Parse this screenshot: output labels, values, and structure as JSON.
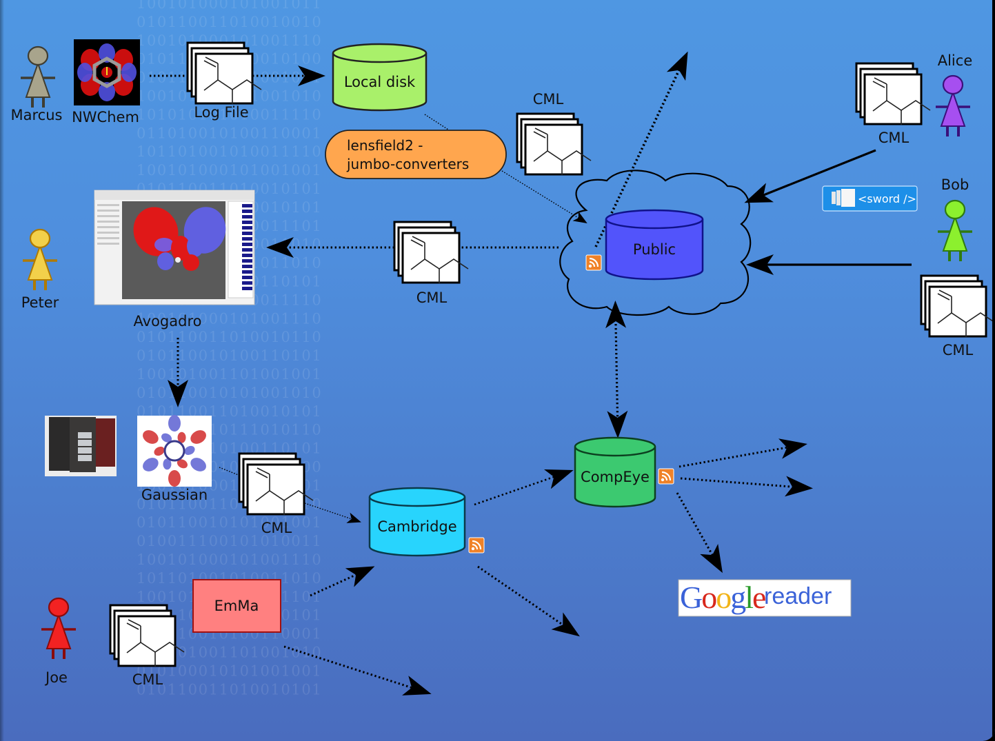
{
  "colors": {
    "background_top": "#4f97e2",
    "background_bottom": "#4a6cbe",
    "local_disk": "#a9f06a",
    "public": "#5254fb",
    "public_stroke": "#10128a",
    "cambridge": "#28d4fd",
    "compeye": "#3cc970",
    "lensfield": "#ffa64e",
    "emma": "#ff8080",
    "emma_stroke": "#a01010",
    "rss": "#f08228",
    "sword": "#1d8fe8"
  },
  "binary_background": [
    "10010100010100101 1",
    "01011001101001001 0",
    "10010100010100111 0",
    "01011001101001010 0",
    "01011001010100100 1",
    "10010100010100101 0",
    "10101010101001111 0",
    "01101001010011000 1",
    "10110100101001111 0",
    "10010100010100100 1",
    "01011001101001010 1",
    "01010011101001010 1",
    "01101001010001110 1",
    "11010001101001101 0",
    "01010001010101101 0",
    "01101001010011010 1",
    "10110100101001111 0",
    "10010100010100111 0",
    "01011001101001011 0",
    "01011001010011010 1",
    "10010100110100100 1",
    "01011001010100101 0",
    "01011001101001010 1",
    "10101001011101011 0",
    "01101001010011010 1",
    "10110100101001100 0",
    "10010100010100100 1",
    "01011001101001011 0",
    "01011001010100100 1",
    "01001110010101001 1",
    "10010100010100111 0",
    "10110100101001101 0",
    "10010100010100110 1",
    "01011001101001010 1",
    "01011001010011000 1",
    "10010100110100101 0",
    "01010001010100100 1",
    "01011001101001010 1"
  ],
  "people": [
    {
      "id": "marcus",
      "name": "Marcus",
      "color": "#a8a48c",
      "stroke": "#3f3d32"
    },
    {
      "id": "peter",
      "name": "Peter",
      "color": "#f2d04a",
      "stroke": "#b07a00"
    },
    {
      "id": "alice",
      "name": "Alice",
      "color": "#a64ff0",
      "stroke": "#3a107a"
    },
    {
      "id": "bob",
      "name": "Bob",
      "color": "#8cf02e",
      "stroke": "#2f7a10"
    },
    {
      "id": "joe",
      "name": "Joe",
      "color": "#f22222",
      "stroke": "#8a0b0b"
    }
  ],
  "programs": [
    {
      "id": "nwchem",
      "name": "NWChem"
    },
    {
      "id": "avogadro",
      "name": "Avogadro"
    },
    {
      "id": "gaussian",
      "name": "Gaussian"
    },
    {
      "id": "supercomputer",
      "name": ""
    }
  ],
  "documents": [
    {
      "id": "logfile",
      "name": "Log File"
    },
    {
      "id": "cml-top",
      "name": "CML"
    },
    {
      "id": "cml-alice",
      "name": "CML"
    },
    {
      "id": "cml-middle",
      "name": "CML"
    },
    {
      "id": "cml-bob",
      "name": "CML"
    },
    {
      "id": "cml-gaussian",
      "name": "CML"
    },
    {
      "id": "cml-joe",
      "name": "CML"
    }
  ],
  "repositories": [
    {
      "id": "localdisk",
      "name": "Local disk"
    },
    {
      "id": "public",
      "name": "Public"
    },
    {
      "id": "cambridge",
      "name": "Cambridge"
    },
    {
      "id": "compeye",
      "name": "CompEye"
    }
  ],
  "processes": [
    {
      "id": "lensfield",
      "line1": "lensfield2 -",
      "line2": "jumbo-converters"
    },
    {
      "id": "emma",
      "name": "EmMa"
    }
  ],
  "badges": {
    "sword": "<sword />",
    "google_word": "Google",
    "google_reader": "reader"
  },
  "connections": [
    {
      "from": "nwchem",
      "to": "logfile",
      "style": "dotted",
      "arrow": false
    },
    {
      "from": "logfile",
      "to": "localdisk",
      "style": "dotted",
      "arrow": true
    },
    {
      "from": "localdisk",
      "to": "public",
      "style": "thin-dotted",
      "arrow": true,
      "via": "lensfield"
    },
    {
      "from": "public",
      "to": "cml-middle",
      "style": "dotted",
      "arrow": false
    },
    {
      "from": "cml-middle",
      "to": "avogadro",
      "style": "dotted",
      "arrow": true
    },
    {
      "from": "public-rss",
      "to": "outside-top",
      "style": "dotted",
      "arrow": true
    },
    {
      "from": "cml-alice",
      "to": "public",
      "style": "solid",
      "arrow": true
    },
    {
      "from": "cml-bob",
      "to": "public",
      "style": "solid",
      "arrow": true
    },
    {
      "from": "public",
      "to": "compeye",
      "style": "dotted",
      "arrow": "both"
    },
    {
      "from": "avogadro",
      "to": "gaussian",
      "style": "dotted",
      "arrow": true
    },
    {
      "from": "gaussian",
      "to": "cml-gaussian",
      "style": "thin-dotted",
      "arrow": false
    },
    {
      "from": "cml-gaussian",
      "to": "cambridge",
      "style": "thin-dotted",
      "arrow": true
    },
    {
      "from": "cambridge",
      "to": "compeye",
      "style": "dotted",
      "arrow": true
    },
    {
      "from": "compeye-rss",
      "to": "outside-right-1",
      "style": "dotted",
      "arrow": true
    },
    {
      "from": "compeye-rss",
      "to": "outside-right-2",
      "style": "dotted",
      "arrow": true
    },
    {
      "from": "compeye-rss",
      "to": "google-reader",
      "style": "dotted",
      "arrow": true
    },
    {
      "from": "cambridge-rss",
      "to": "outside-bottom",
      "style": "dotted",
      "arrow": true
    },
    {
      "from": "emma",
      "to": "cambridge",
      "style": "dotted",
      "arrow": true
    },
    {
      "from": "emma",
      "to": "outside-bottom-left",
      "style": "dotted",
      "arrow": true
    }
  ]
}
